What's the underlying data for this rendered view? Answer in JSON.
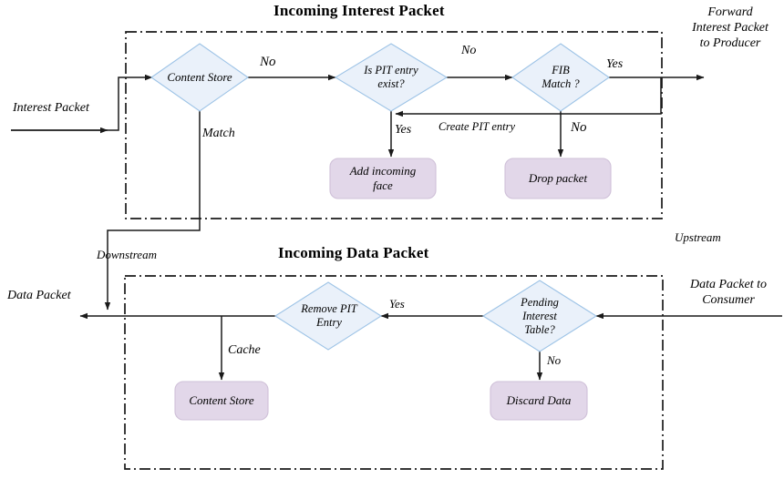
{
  "diagram": {
    "title_interest": "Incoming Interest Packet",
    "title_data": "Incoming Data Packet",
    "colors": {
      "decision_fill": "#eaf1fa",
      "decision_stroke": "#9dc3e6",
      "process_fill": "#e2d7e9",
      "process_stroke": "#cfc0d8",
      "line": "#1a1a1a",
      "background": "#ffffff"
    }
  },
  "interest_section": {
    "title": "Incoming Interest Packet",
    "region_label": "Upstream",
    "input_label": "Interest Packet",
    "output_label": "Forward\nInterest Packet\nto  Producer",
    "output_lines": [
      "Forward",
      "Interest Packet",
      "to  Producer"
    ],
    "nodes": [
      {
        "id": "content-store",
        "type": "decision",
        "label": "Content Store",
        "lines": [
          "Content Store"
        ]
      },
      {
        "id": "is-pit-entry-exist",
        "type": "decision",
        "label": "Is PIT entry exist?",
        "lines": [
          "Is PIT entry",
          "exist?"
        ]
      },
      {
        "id": "fib-match",
        "type": "decision",
        "label": "FIB Match ?",
        "lines": [
          "FIB",
          "Match ?"
        ]
      },
      {
        "id": "add-incoming-face",
        "type": "process",
        "label": "Add incoming face",
        "lines": [
          "Add incoming",
          "face"
        ]
      },
      {
        "id": "drop-packet",
        "type": "process",
        "label": "Drop packet",
        "lines": [
          "Drop  packet"
        ]
      }
    ],
    "edge_labels": [
      {
        "id": "cs-no",
        "text": "No"
      },
      {
        "id": "cs-match",
        "text": "Match"
      },
      {
        "id": "pit-no",
        "text": "No"
      },
      {
        "id": "pit-yes",
        "text": "Yes"
      },
      {
        "id": "create-pit-entry",
        "text": "Create PIT entry"
      },
      {
        "id": "fib-yes",
        "text": "Yes"
      },
      {
        "id": "fib-no",
        "text": "No"
      }
    ]
  },
  "data_section": {
    "title": "Incoming Data Packet",
    "input_label": "Data Packet to\nConsumer",
    "input_lines": [
      "Data Packet to",
      "Consumer"
    ],
    "output_label": "Data Packet",
    "downstream_label": "Downstream",
    "nodes": [
      {
        "id": "pending-interest-table",
        "type": "decision",
        "label": "Pending Interest Table?",
        "lines": [
          "Pending",
          "Interest",
          "Table?"
        ]
      },
      {
        "id": "remove-pit-entry",
        "type": "decision",
        "label": "Remove PIT Entry",
        "lines": [
          "Remove PIT",
          "Entry"
        ]
      },
      {
        "id": "content-store-cache",
        "type": "process",
        "label": "Content Store",
        "lines": [
          "Content Store"
        ]
      },
      {
        "id": "discard-data",
        "type": "process",
        "label": "Discard Data",
        "lines": [
          "Discard Data"
        ]
      }
    ],
    "edge_labels": [
      {
        "id": "pit-table-yes",
        "text": "Yes"
      },
      {
        "id": "pit-table-no",
        "text": "No"
      },
      {
        "id": "cache",
        "text": "Cache"
      }
    ]
  }
}
